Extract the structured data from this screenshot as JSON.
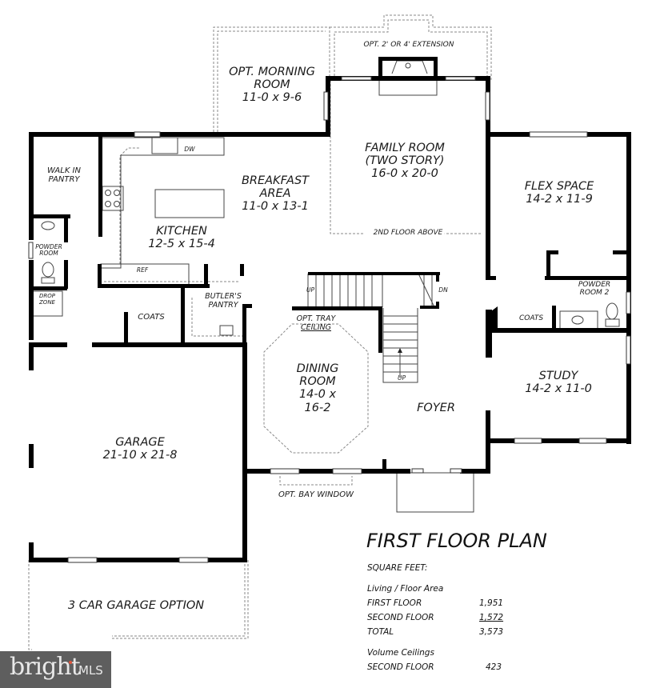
{
  "plan": {
    "title": "FIRST FLOOR PLAN",
    "rooms": {
      "morning_room": {
        "name1": "OPT. MORNING",
        "name2": "ROOM",
        "dims": "11-0 x 9-6"
      },
      "extension": {
        "name": "OPT. 2' OR 4' EXTENSION"
      },
      "family_room": {
        "name1": "FAMILY ROOM",
        "name2": "(TWO STORY)",
        "dims": "16-0 x 20-0"
      },
      "second_floor_above": {
        "name": "2ND FLOOR ABOVE"
      },
      "breakfast": {
        "name1": "BREAKFAST",
        "name2": "AREA",
        "dims": "11-0 x 13-1"
      },
      "kitchen": {
        "name": "KITCHEN",
        "dims": "12-5 x 15-4"
      },
      "walk_in_pantry": {
        "name1": "WALK IN",
        "name2": "PANTRY"
      },
      "powder_room": {
        "name1": "POWDER",
        "name2": "ROOM"
      },
      "drop_zone": {
        "name1": "DROP",
        "name2": "ZONE"
      },
      "coats_left": {
        "name": "COATS"
      },
      "butlers_pantry": {
        "name1": "BUTLER'S",
        "name2": "PANTRY"
      },
      "flex_space": {
        "name": "FLEX SPACE",
        "dims": "14-2 x 11-9"
      },
      "powder_room_2": {
        "name1": "POWDER",
        "name2": "ROOM 2"
      },
      "coats_right": {
        "name": "COATS"
      },
      "study": {
        "name": "STUDY",
        "dims": "14-2 x 11-0"
      },
      "tray_ceiling": {
        "name1": "OPT. TRAY",
        "name2": "CEILING"
      },
      "dining_room": {
        "name1": "DINING",
        "name2": "ROOM",
        "dims1": "14-0 x",
        "dims2": "16-2"
      },
      "foyer": {
        "name": "FOYER"
      },
      "garage": {
        "name": "GARAGE",
        "dims": "21-10 x 21-8"
      },
      "three_car": {
        "name": "3 CAR GARAGE OPTION"
      },
      "bay_window": {
        "name": "OPT. BAY WINDOW"
      }
    },
    "fixtures": {
      "dishwasher": "DW",
      "refrigerator": "REF",
      "stair_up_1": "UP",
      "stair_up_2": "UP",
      "stair_down": "DN"
    }
  },
  "square_feet": {
    "heading": "SQUARE FEET:",
    "subheading": "Living / Floor Area",
    "rows": [
      {
        "label": "FIRST FLOOR",
        "value": "1,951"
      },
      {
        "label": "SECOND FLOOR",
        "value": "1,572"
      },
      {
        "label": "TOTAL",
        "value": "3,573"
      }
    ],
    "volume_heading": "Volume Ceilings",
    "volume_rows": [
      {
        "label": "SECOND FLOOR",
        "value": "423"
      }
    ]
  },
  "watermark": {
    "brand": "bright",
    "suffix": "MLS",
    "accent_color": "#e0533a",
    "bg_color": "#5e5e5e"
  }
}
